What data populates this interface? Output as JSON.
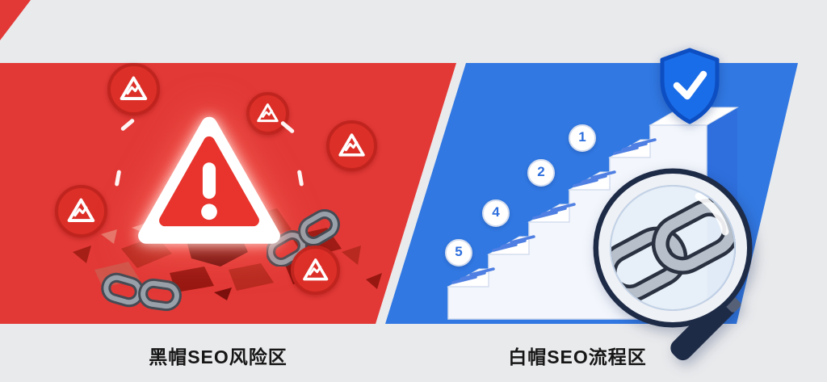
{
  "page": {
    "background_color": "#e9eaec"
  },
  "left_zone": {
    "label": "黑帽SEO风险区",
    "color": "#e23936",
    "icons": [
      "warning-triangle-icon",
      "warning-badge-icon",
      "broken-chain-icon",
      "cracked-ground"
    ]
  },
  "right_zone": {
    "label": "白帽SEO流程区",
    "color": "#3178e2",
    "step_numbers": [
      "1",
      "2",
      "4",
      "5"
    ],
    "icons": [
      "shield-check-icon",
      "staircase",
      "magnifier-icon",
      "chain-link-icon"
    ],
    "shield_color": "#1a6de8",
    "stair_side_color": "#2e6fdd"
  }
}
